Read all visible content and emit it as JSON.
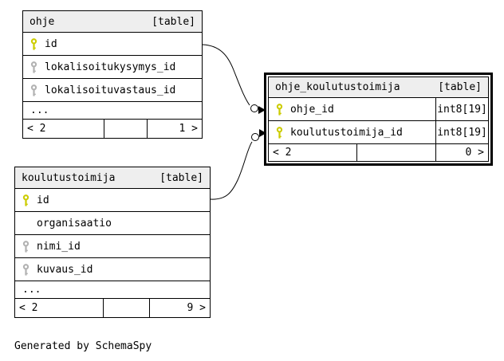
{
  "colors": {
    "primary-key": "#cccc00",
    "foreign-key": "#b2b2b2",
    "header-bg": "#eeeeee",
    "line": "#000000"
  },
  "credit": "Generated by SchemaSpy",
  "tables": {
    "ohje": {
      "name": "ohje",
      "badge": "[table]",
      "columns": [
        {
          "name": "id",
          "key": "primary"
        },
        {
          "name": "lokalisoitukysymys_id",
          "key": "foreign"
        },
        {
          "name": "lokalisoituvastaus_id",
          "key": "foreign"
        }
      ],
      "ellipsis": "...",
      "footer": {
        "left": "< 2",
        "middle": "",
        "right": "1 >"
      }
    },
    "koulutustoimija": {
      "name": "koulutustoimija",
      "badge": "[table]",
      "columns": [
        {
          "name": "id",
          "key": "primary"
        },
        {
          "name": "organisaatio",
          "key": "none"
        },
        {
          "name": "nimi_id",
          "key": "foreign"
        },
        {
          "name": "kuvaus_id",
          "key": "foreign"
        }
      ],
      "ellipsis": "...",
      "footer": {
        "left": "< 2",
        "middle": "",
        "right": "9 >"
      }
    },
    "ohje_koulutustoimija": {
      "name": "ohje_koulutustoimija",
      "badge": "[table]",
      "columns": [
        {
          "name": "ohje_id",
          "key": "primary",
          "type": "int8[19]"
        },
        {
          "name": "koulutustoimija_id",
          "key": "primary",
          "type": "int8[19]"
        }
      ],
      "footer": {
        "left": "< 2",
        "middle": "",
        "right": "0 >"
      }
    }
  },
  "relationships": [
    {
      "from": "ohje.id",
      "to": "ohje_koulutustoimija.ohje_id"
    },
    {
      "from": "koulutustoimija.id",
      "to": "ohje_koulutustoimija.koulutustoimija_id"
    }
  ]
}
